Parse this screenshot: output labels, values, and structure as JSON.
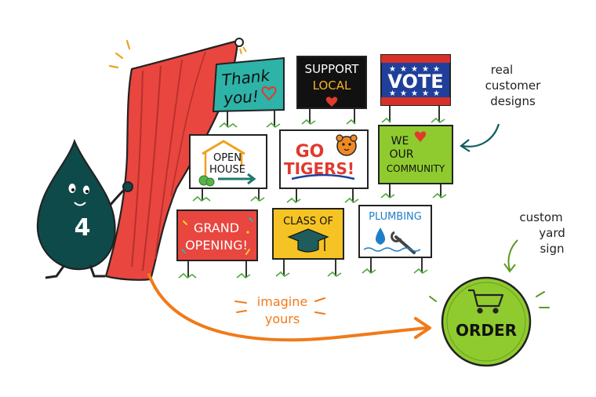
{
  "mascot": {
    "number": "4"
  },
  "signs": {
    "thank_you": {
      "line1": "Thank",
      "line2": "you!"
    },
    "support_local": {
      "line1": "SUPPORT",
      "line2": "LOCAL"
    },
    "vote": {
      "text": "VOTE"
    },
    "open_house": {
      "line1": "OPEN",
      "line2": "HOUSE"
    },
    "go_tigers": {
      "line1": "GO",
      "line2": "TIGERS!"
    },
    "community": {
      "line1": "WE",
      "line2": "OUR",
      "line3": "COMMUNITY"
    },
    "grand_opening": {
      "line1": "GRAND",
      "line2": "OPENING!"
    },
    "class_of": {
      "text": "CLASS OF"
    },
    "plumbing": {
      "text": "PLUMBING"
    }
  },
  "annotations": {
    "real_designs": {
      "line1": "real",
      "line2": "customer",
      "line3": "designs"
    },
    "imagine": {
      "line1": "imagine",
      "line2": "yours"
    },
    "custom_sign": {
      "line1": "custom",
      "line2": "yard",
      "line3": "sign"
    }
  },
  "order_button": {
    "label": "ORDER"
  },
  "colors": {
    "curtain": "#e8463f",
    "mascot": "#0f4a4a",
    "order_green": "#8fcb2f",
    "arrow_orange": "#f07a1a",
    "teal_arrow": "#0f5c5c"
  }
}
